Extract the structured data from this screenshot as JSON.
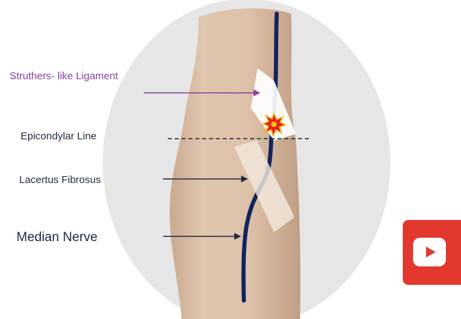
{
  "labels": {
    "struthers": "Struthers- like Ligament",
    "epicondylar": "Epicondylar Line",
    "lacertus": "Lacertus Fibrosus",
    "median": "Median Nerve"
  },
  "icons": {
    "play_button": "youtube-play-icon",
    "lesion_marker": "starburst-icon"
  },
  "colors": {
    "nerve": "#13245c",
    "struthers_text": "#8a3fa0",
    "label_text": "#1f2a44",
    "lesion": "#e8231b",
    "play_button": "#e2382e",
    "background_oval": "#e6e6e6",
    "skin": "#d9bfa7"
  }
}
